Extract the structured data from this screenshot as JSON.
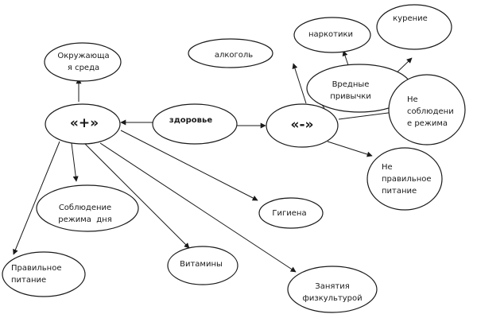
{
  "nodes": {
    "health": "здоровье",
    "positive": "«+»",
    "negative": "«-»",
    "environment": "Окружающа\nя среда",
    "daily_routine": "Соблюдение\nрежима  дня",
    "proper_nutrition": "Правильное\nпитание",
    "vitamins": "Витамины",
    "hygiene": "Гигиена",
    "sports": "Занятия\nфизкультурой",
    "bad_habits": "Вредные\nпривычки",
    "narcotics": "наркотики",
    "smoking": "курение",
    "alcohol": "алкоголь",
    "no_routine": "Не\nсоблюдени\nе режима",
    "improper_nutrition": "Не\nправильное\nпитание"
  },
  "colors": {
    "stroke": "#1a1a1a",
    "fill": "#ffffff"
  }
}
